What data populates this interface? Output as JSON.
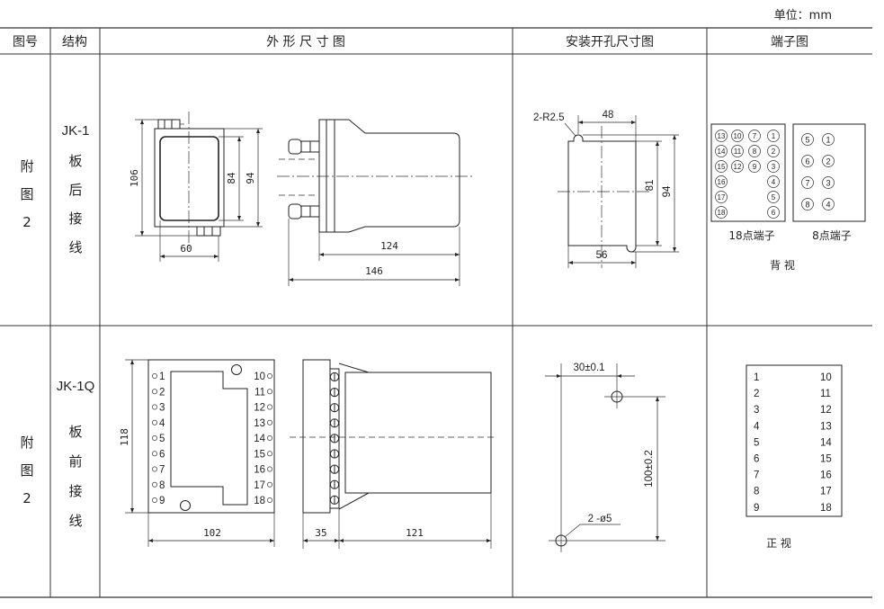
{
  "unit_label": "单位：mm",
  "header": {
    "figure_no": "图号",
    "structure": "结构",
    "outline": "外 形 尺 寸 图",
    "cutout": "安装开孔尺寸图",
    "terminal": "端子图"
  },
  "row1": {
    "figure_no": [
      "附",
      "图",
      "2"
    ],
    "model": "JK-1",
    "wiring": [
      "板",
      "后",
      "接",
      "线"
    ],
    "outline": {
      "dim_total_height": "106",
      "dim_inner_height": "84",
      "dim_outer_height": "94",
      "dim_width": "60",
      "dim_body_length": "124",
      "dim_total_length": "146"
    },
    "cutout": {
      "corner_note": "2-R2.5",
      "dim_top": "48",
      "dim_width": "56",
      "dim_inner_height": "81",
      "dim_outer_height": "94"
    },
    "terminal": {
      "grid18": [
        [
          "13",
          "10",
          "7",
          "1"
        ],
        [
          "14",
          "11",
          "8",
          "2"
        ],
        [
          "15",
          "12",
          "9",
          "3"
        ],
        [
          "16",
          "",
          "",
          "4"
        ],
        [
          "17",
          "",
          "",
          "5"
        ],
        [
          "18",
          "",
          "",
          "6"
        ]
      ],
      "grid18_label": "18点端子",
      "grid8": [
        [
          "5",
          "1"
        ],
        [
          "6",
          "2"
        ],
        [
          "7",
          "3"
        ],
        [
          "8",
          "4"
        ]
      ],
      "grid8_label": "8点端子",
      "view_label": "背 视"
    }
  },
  "row2": {
    "figure_no": [
      "附",
      "图",
      "2"
    ],
    "model": "JK-1Q",
    "wiring": [
      "板",
      "前",
      "接",
      "线"
    ],
    "outline": {
      "dim_height": "118",
      "dim_width": "102",
      "dim_block": "35",
      "dim_body": "121",
      "terminals_left": [
        "1",
        "2",
        "3",
        "4",
        "5",
        "6",
        "7",
        "8",
        "9"
      ],
      "terminals_right": [
        "10",
        "11",
        "12",
        "13",
        "14",
        "15",
        "16",
        "17",
        "18"
      ]
    },
    "cutout": {
      "dim_spacing_h": "30±0.1",
      "dim_spacing_v": "100±0.2",
      "hole_note": "2 -ø5"
    },
    "terminal": {
      "pairs": [
        [
          "1",
          "10"
        ],
        [
          "2",
          "11"
        ],
        [
          "3",
          "12"
        ],
        [
          "4",
          "13"
        ],
        [
          "5",
          "14"
        ],
        [
          "6",
          "15"
        ],
        [
          "7",
          "16"
        ],
        [
          "8",
          "17"
        ],
        [
          "9",
          "18"
        ]
      ],
      "view_label": "正 视"
    }
  }
}
